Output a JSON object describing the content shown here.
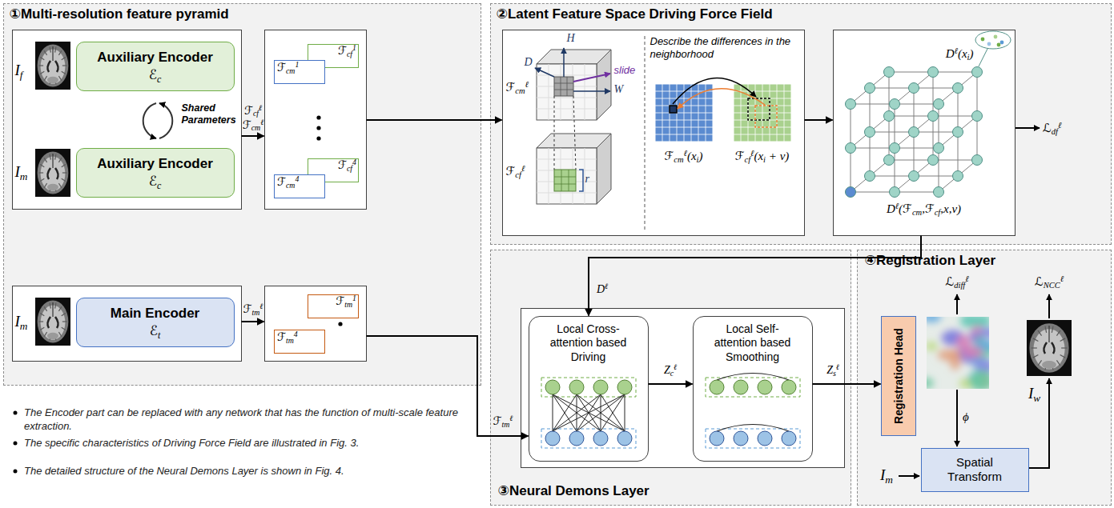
{
  "diagram": {
    "nodes": [
      {
        "text": [
          "①Multi-resolution feature pyramid"
        ]
      },
      {
        "text": [
          "If",
          "Im",
          "Shared Parameters"
        ],
        "in": 0
      },
      {
        "text": [
          "Auxiliary Encoder",
          "ℰc"
        ],
        "in": 1
      },
      {
        "text": [
          "Auxiliary Encoder",
          "ℰc"
        ],
        "in": 1
      },
      {
        "text": [],
        "in": 0
      },
      {
        "text": [
          "ℱcf1"
        ],
        "in": 4
      },
      {
        "text": [
          "ℱcm1"
        ],
        "in": 4
      },
      {
        "text": [
          "ℱcf4"
        ],
        "in": 4
      },
      {
        "text": [
          "ℱcm4"
        ],
        "in": 4
      },
      {
        "text": [
          "Im"
        ],
        "in": 0
      },
      {
        "text": [
          "Main Encoder",
          "ℰt"
        ],
        "in": 9
      },
      {
        "text": [],
        "in": 0
      },
      {
        "text": [
          "ℱtm1"
        ],
        "in": 11
      },
      {
        "text": [
          "ℱtm4"
        ],
        "in": 11
      },
      {
        "text": [
          "②Latent Feature Space Driving Force Field"
        ]
      },
      {
        "text": [
          "ℱcmℓ",
          "D",
          "H",
          "W",
          "slide",
          "ℱcfℓ",
          "r",
          "Describe the differences in the neighborhood",
          "ℱcmℓ(xi)",
          "ℱcfℓ(xi + ν)"
        ],
        "in": 14
      },
      {
        "text": [
          "Dℓ(xi)",
          "Dℓ(ℱcm,ℱcf,x,ν)"
        ],
        "in": 14
      },
      {
        "text": [
          "③Neural Demons Layer"
        ]
      },
      {
        "text": [],
        "in": 17
      },
      {
        "text": [
          "Local Cross-attention based Driving"
        ],
        "in": 18
      },
      {
        "text": [
          "Local Self-attention based Smoothing"
        ],
        "in": 18
      },
      {
        "text": [
          "④Registration Layer"
        ]
      },
      {
        "text": [
          "Registration Head"
        ],
        "in": 21
      },
      {
        "text": [
          "Spatial Transform"
        ],
        "in": 21
      }
    ],
    "edges": [
      {
        "from": 1,
        "to": 4,
        "arrow": "to",
        "label": "ℱcfℓ ℱcmℓ"
      },
      {
        "from": 9,
        "to": 11,
        "arrow": "to",
        "label": "ℱtmℓ"
      },
      {
        "from": 4,
        "to": 15,
        "arrow": "to"
      },
      {
        "from": 15,
        "to": 16,
        "arrow": "to"
      },
      {
        "from": 16,
        "to": 19,
        "arrow": "to",
        "label": "Dℓ"
      },
      {
        "from": 11,
        "to": 19,
        "arrow": "to",
        "label": "ℱtmℓ"
      },
      {
        "from": 19,
        "to": 20,
        "arrow": "to",
        "label": "Zcℓ"
      },
      {
        "from": 20,
        "to": 22,
        "arrow": "to",
        "label": "Zsℓ"
      }
    ],
    "labels": [
      "ℒdfℓ",
      "ℒdiffℓ",
      "ℒNCCℓ",
      "ϕ",
      "Im",
      "Iw",
      "The Encoder part can be replaced with any network that has the function of multi-scale feature extraction.",
      "The specific characteristics of Driving Force Field are illustrated in Fig. 3.",
      "The detailed structure of the Neural Demons Layer is shown in Fig. 4."
    ]
  }
}
